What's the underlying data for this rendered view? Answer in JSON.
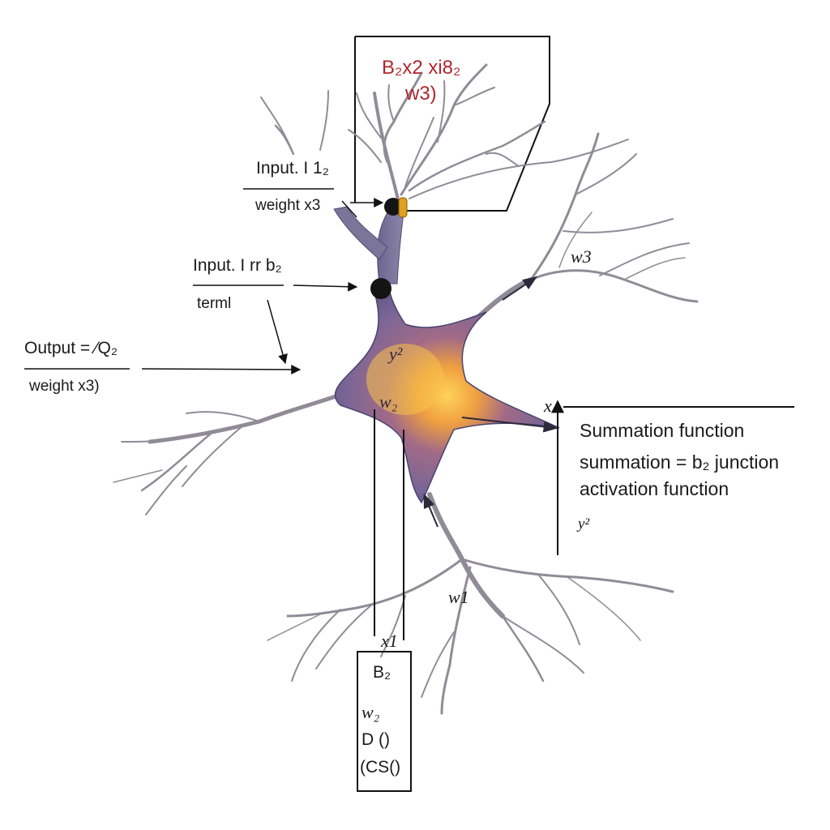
{
  "top_box": {
    "line1": "B₂x2 xi8₂",
    "line2": "w3)"
  },
  "input_1": {
    "title": "Input. I 1₂",
    "sub": "weight x3"
  },
  "input_2": {
    "title": "Input. I rr b₂",
    "sub": "terml"
  },
  "output": {
    "title": "Output = ⁄Q₂",
    "sub": "weight x3)"
  },
  "soma": {
    "y_label": "y²",
    "w_label": "w₂"
  },
  "branch_labels": {
    "w3": "w3",
    "w1": "w1",
    "x1": "x1",
    "x": "x"
  },
  "summation": {
    "title": "Summation function",
    "line1": "summation = b₂ junction",
    "line2": "activation function",
    "y_label": "y²"
  },
  "bottom_box": {
    "line1": "B₂",
    "line2": "w₂",
    "line3": "D ()",
    "line4": "(CS()"
  },
  "colors": {
    "soma_core": "#f5b642",
    "soma_body": "#6a5a8e",
    "dendrite": "#8f8c97",
    "accent_red": "#b0262c",
    "marker_orange": "#e0a020"
  }
}
